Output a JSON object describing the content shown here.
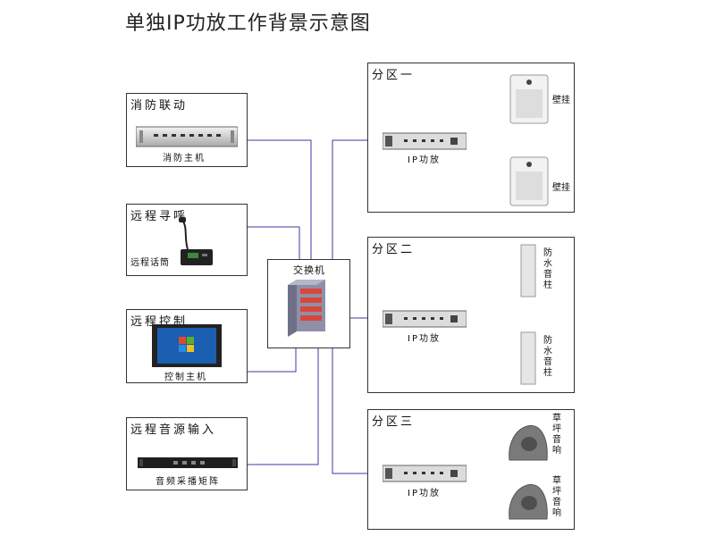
{
  "title": "单独IP功放工作背景示意图",
  "sources": {
    "fire": {
      "label": "消防联动",
      "caption": "消防主机"
    },
    "paging": {
      "label": "远程寻呼",
      "caption": "远程话筒"
    },
    "control": {
      "label": "远程控制",
      "caption": "控制主机"
    },
    "audio": {
      "label": "远程音源输入",
      "caption": "音频采播矩阵"
    }
  },
  "switch": {
    "label": "交换机"
  },
  "zones": [
    {
      "label": "分区一",
      "amp_caption": "IP功放",
      "speaker_label": "壁挂"
    },
    {
      "label": "分区二",
      "amp_caption": "IP功放",
      "speaker_label": "防水音柱"
    },
    {
      "label": "分区三",
      "amp_caption": "IP功放",
      "speaker_label": "草坪音响"
    }
  ],
  "colors": {
    "network": "#3a3aa8",
    "speaker": "#cc2222",
    "border": "#333333"
  }
}
